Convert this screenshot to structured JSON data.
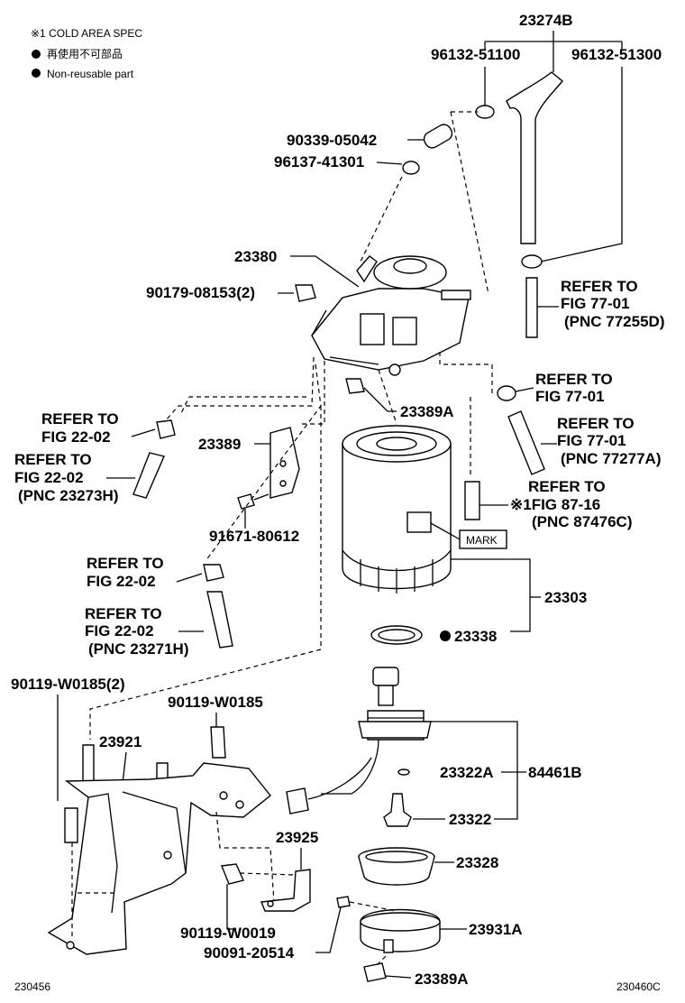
{
  "legend": {
    "cold_area": "※1 COLD AREA SPEC",
    "non_reusable_jp": "再使用不可部品",
    "non_reusable_en": "Non-reusable part"
  },
  "parts": {
    "p23274B": "23274B",
    "p96132_51100": "96132-51100",
    "p96132_51300": "96132-51300",
    "p90339_05042": "90339-05042",
    "p96137_41301": "96137-41301",
    "p23380": "23380",
    "p90179_08153": "90179-08153(2)",
    "p23389A_top": "23389A",
    "p23389": "23389",
    "p91671_80612": "91671-80612",
    "p23303": "23303",
    "p23338": "23338",
    "p90119_W0185_2": "90119-W0185(2)",
    "p90119_W0185": "90119-W0185",
    "p23921": "23921",
    "p23322A": "23322A",
    "p84461B": "84461B",
    "p23322": "23322",
    "p23925": "23925",
    "p23328": "23328",
    "p90119_W0019": "90119-W0019",
    "p23931A": "23931A",
    "p90091_20514": "90091-20514",
    "p23389A_bottom": "23389A"
  },
  "refs": {
    "r77_01_77255D": [
      "REFER TO",
      "FIG 77-01",
      "(PNC 77255D)"
    ],
    "r77_01_a": [
      "REFER TO",
      "FIG 77-01"
    ],
    "r77_01_77277A": [
      "REFER TO",
      "FIG 77-01",
      "(PNC 77277A)"
    ],
    "r87_16": [
      "REFER TO",
      "※1FIG 87-16",
      "(PNC 87476C)"
    ],
    "r22_02_a": [
      "REFER TO",
      "FIG 22-02"
    ],
    "r22_02_23273H": [
      "REFER TO",
      "FIG 22-02",
      "(PNC 23273H)"
    ],
    "r22_02_b": [
      "REFER TO",
      "FIG 22-02"
    ],
    "r22_02_23271H": [
      "REFER TO",
      "FIG 22-02",
      "(PNC 23271H)"
    ]
  },
  "mark_label": "MARK",
  "footer": {
    "left_code": "230456",
    "right_code": "230460C"
  }
}
